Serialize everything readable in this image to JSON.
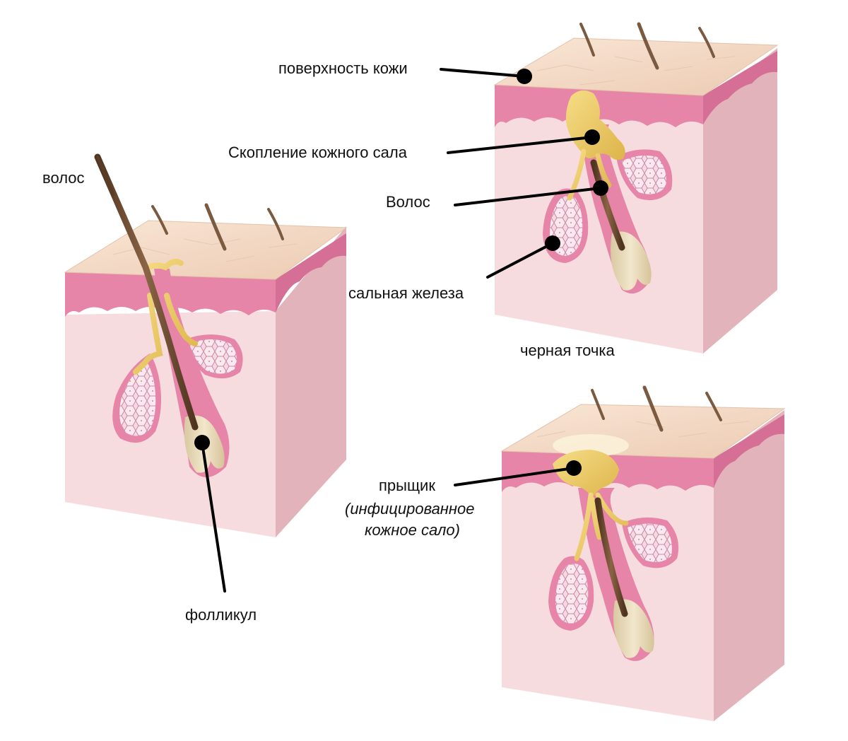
{
  "labels": {
    "hair_left": "волос",
    "follicle": "фолликул",
    "skin_surface": "поверхность кожи",
    "sebum_buildup": "Скопление кожного сала",
    "hair_right": "Волос",
    "sebaceous_gland": "сальная железа",
    "blackhead_caption": "черная точка",
    "pimple_line1": "прыщик",
    "pimple_line2": "(инфицированное",
    "pimple_line3": "кожное сало)"
  },
  "colors": {
    "skin_top": "#f5dcc8",
    "skin_top_edge": "#e9c8ae",
    "epidermis_pink": "#e685a8",
    "dermis_front": "#f7dcdf",
    "dermis_side": "#e2b3bb",
    "gland_fill": "#efc9d6",
    "gland_cell": "#ffffff",
    "sebum": "#eac65b",
    "hair": "#6e4a2d",
    "bulb": "#e9dbb9",
    "leader_line": "#000000"
  }
}
